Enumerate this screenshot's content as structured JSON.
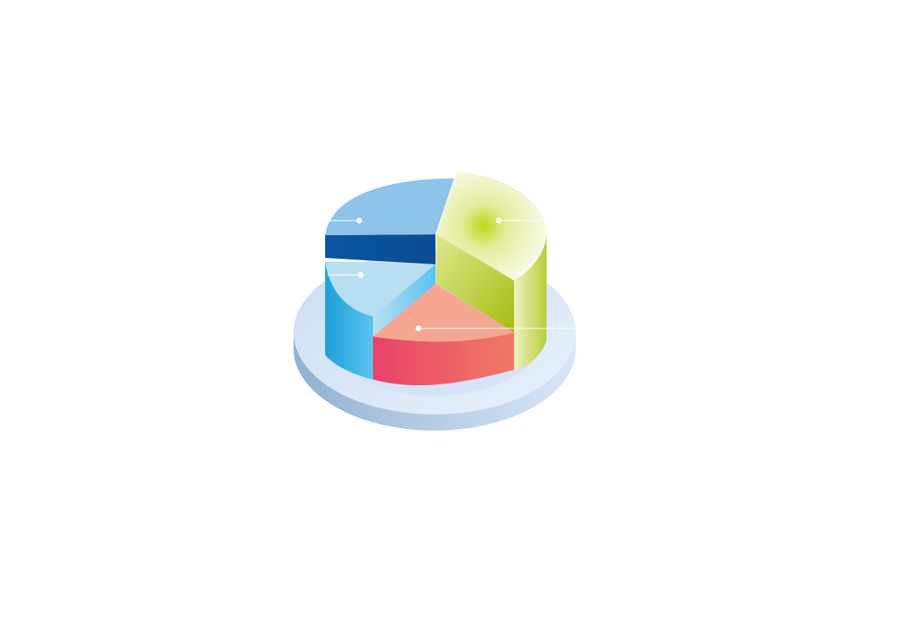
{
  "chart_data": {
    "type": "pie",
    "style": "3d-exploded",
    "title": "",
    "slices": [
      {
        "color": "#8ec3ea",
        "side_color": "#0a58a6",
        "value": 30
      },
      {
        "color": "#eff3c2",
        "side_color": "#b6cb2a",
        "value": 28
      },
      {
        "color": "#f4a692",
        "side_color": "#ea4c68",
        "value": 24
      },
      {
        "color": "#b8dff1",
        "side_color": "#27a9e1",
        "value": 18
      }
    ],
    "labels": [],
    "callout_markers": 4
  },
  "colors": {
    "base_top": "#d6e3f6",
    "base_side": "#a9c1dc",
    "leader_line": "#ffffff"
  }
}
